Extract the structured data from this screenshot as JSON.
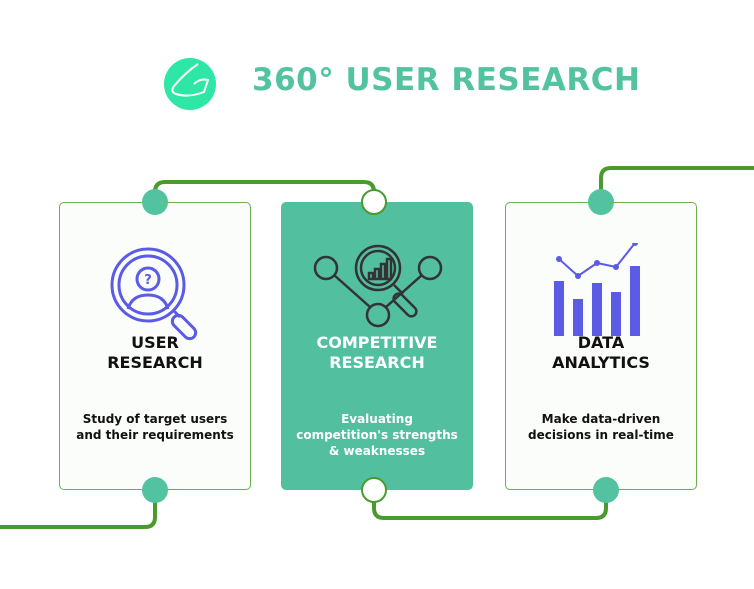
{
  "title": "360° USER RESEARCH",
  "colors": {
    "accent": "#52c2a0",
    "line": "#4a9a2f",
    "icon": "#5b5be6"
  },
  "cards": [
    {
      "title_line1": "USER",
      "title_line2": "RESEARCH",
      "description": "Study of target users and their requirements",
      "icon": "user-search-icon"
    },
    {
      "title_line1": "COMPETITIVE",
      "title_line2": "RESEARCH",
      "description": "Evaluating competition's strengths & weaknesses",
      "icon": "competitive-analysis-icon"
    },
    {
      "title_line1": "DATA",
      "title_line2": "ANALYTICS",
      "description": "Make data-driven decisions in real-time",
      "icon": "analytics-chart-icon"
    }
  ]
}
